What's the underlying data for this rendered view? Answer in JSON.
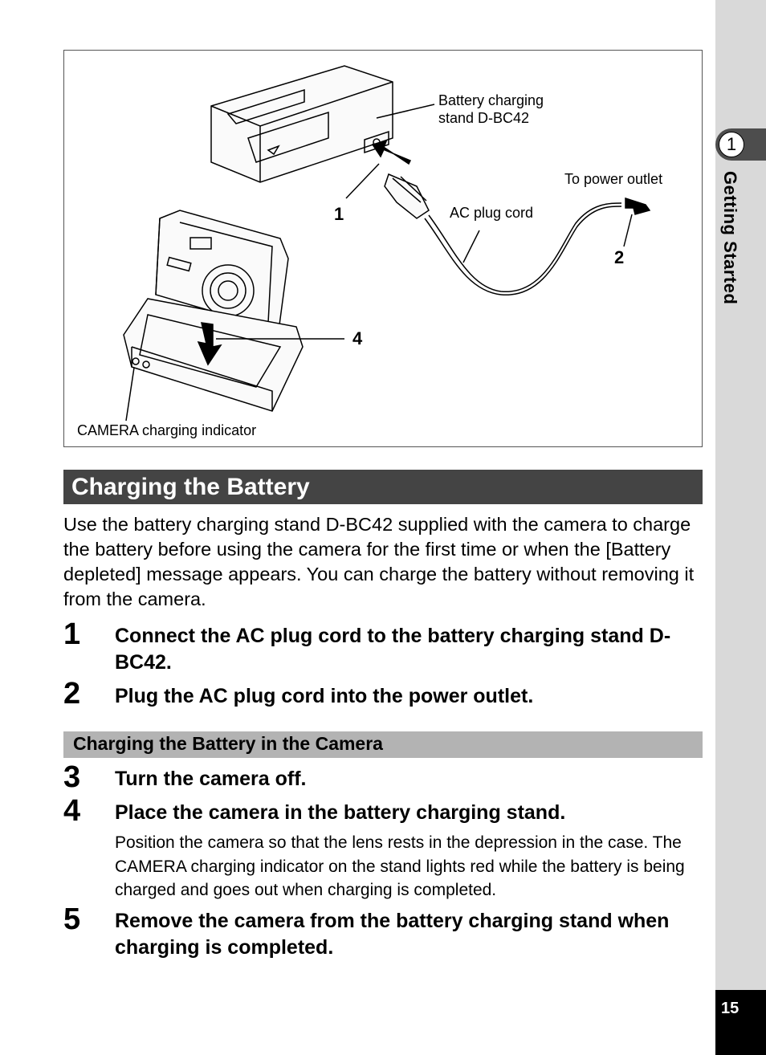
{
  "sidebar": {
    "chapter_number": "1",
    "chapter_title": "Getting Started",
    "page_number": "15"
  },
  "figure": {
    "label_stand": "Battery charging\nstand D-BC42",
    "label_power": "To power outlet",
    "label_cord": "AC plug cord",
    "label_indicator": "CAMERA charging indicator",
    "callout_1": "1",
    "callout_2": "2",
    "callout_4": "4"
  },
  "section": {
    "title": "Charging the Battery",
    "intro": "Use the battery charging stand D-BC42 supplied with the camera to charge the battery before using the camera for the first time or when the [Battery depleted] message appears. You can charge the battery without removing it from the camera."
  },
  "steps": [
    {
      "num": "1",
      "text": "Connect the AC plug cord to the battery charging stand D-BC42."
    },
    {
      "num": "2",
      "text": "Plug the AC plug cord into the power outlet."
    },
    {
      "num": "3",
      "text": "Turn the camera off."
    },
    {
      "num": "4",
      "text": "Place the camera in the battery charging stand.",
      "body": "Position the camera so that the lens rests in the depression in the case. The CAMERA charging indicator on the stand lights red while the battery is being charged and goes out when charging is completed."
    },
    {
      "num": "5",
      "text": "Remove the camera from the battery charging stand when charging is completed."
    }
  ],
  "subsection": {
    "title": "Charging the Battery in the Camera"
  }
}
